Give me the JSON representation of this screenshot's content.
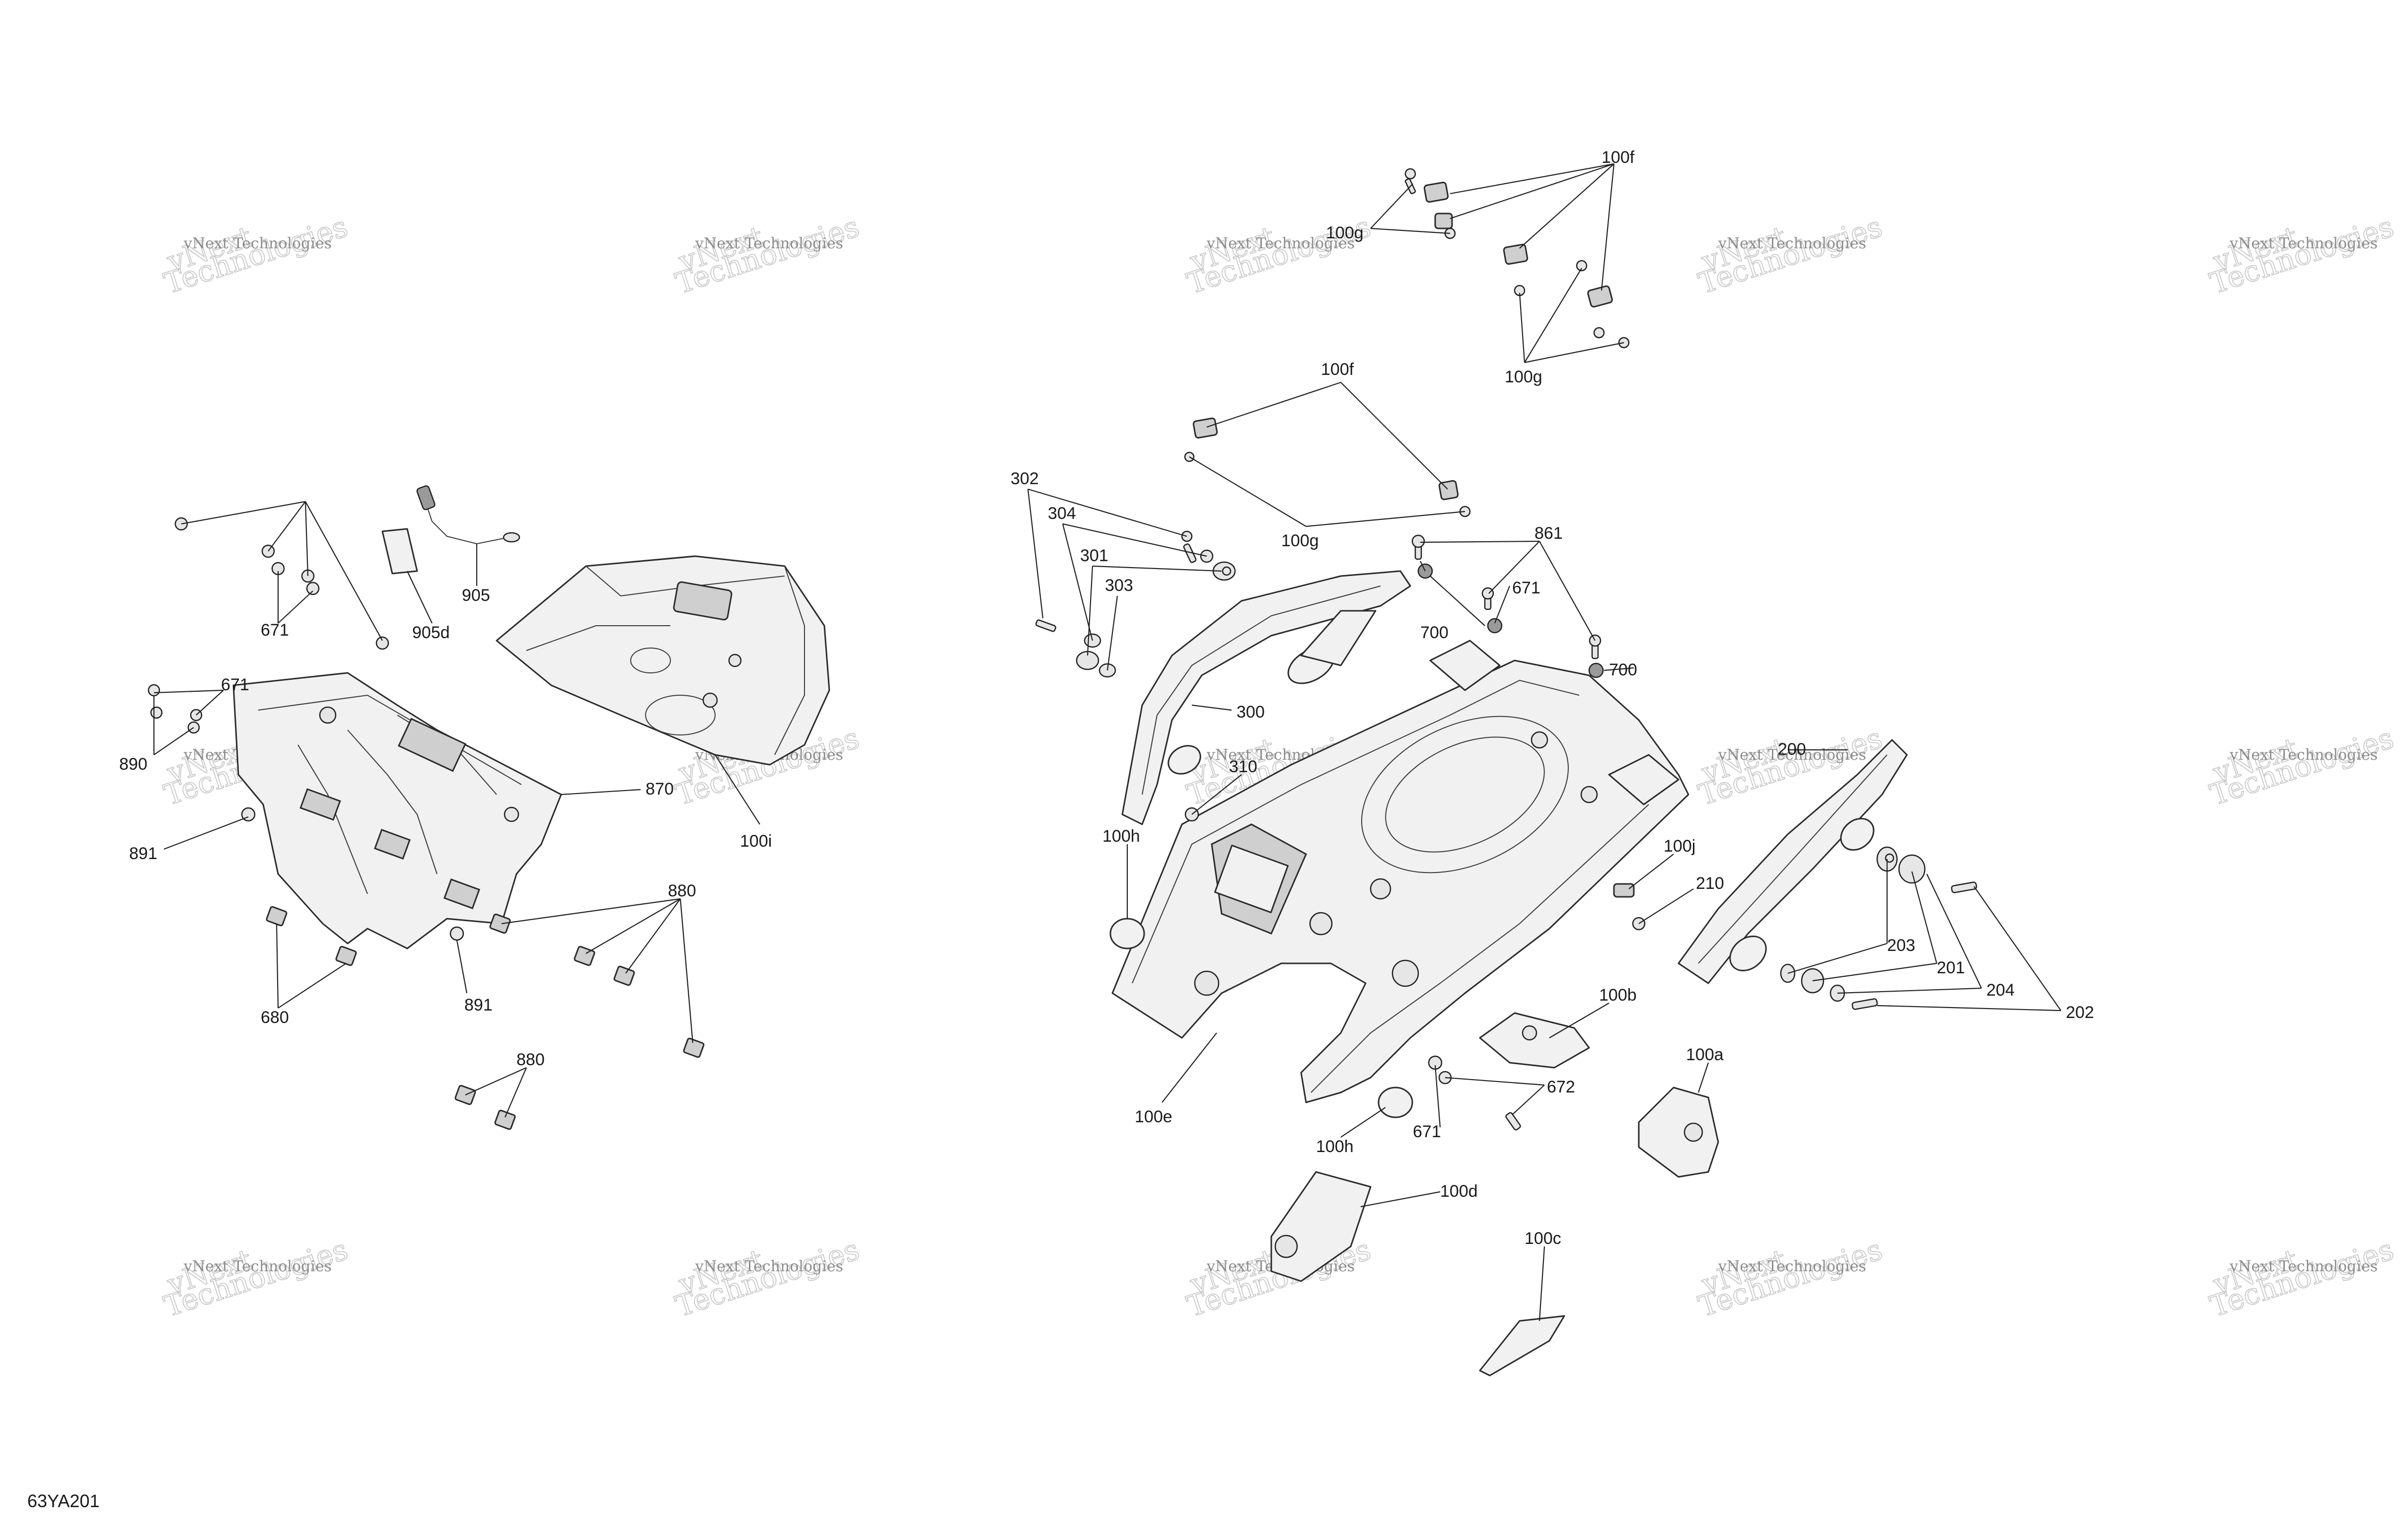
{
  "figure_id": "63YA201",
  "watermark": {
    "line1": "vNext Technologies",
    "line2": "Technologies",
    "line3": "vNext"
  },
  "callouts": {
    "c100f_a": "100f",
    "c100g_a": "100g",
    "c100g_b": "100g",
    "c100f_b": "100f",
    "c100g_c": "100g",
    "c302": "302",
    "c304": "304",
    "c301": "301",
    "c303": "303",
    "c861": "861",
    "c671_a": "671",
    "c700_a": "700",
    "c700_b": "700",
    "c300": "300",
    "c310": "310",
    "c200": "200",
    "c100h_a": "100h",
    "c100j": "100j",
    "c210": "210",
    "c203": "203",
    "c201": "201",
    "c204": "204",
    "c202": "202",
    "c100b": "100b",
    "c100a": "100a",
    "c672": "672",
    "c671_b": "671",
    "c100h_b": "100h",
    "c100e": "100e",
    "c100d": "100d",
    "c100c": "100c",
    "c671_c": "671",
    "c905": "905",
    "c905d": "905d",
    "c671_d": "671",
    "c890": "890",
    "c891_a": "891",
    "c870": "870",
    "c100i": "100i",
    "c880_a": "880",
    "c680": "680",
    "c891_b": "891",
    "c880_b": "880"
  }
}
